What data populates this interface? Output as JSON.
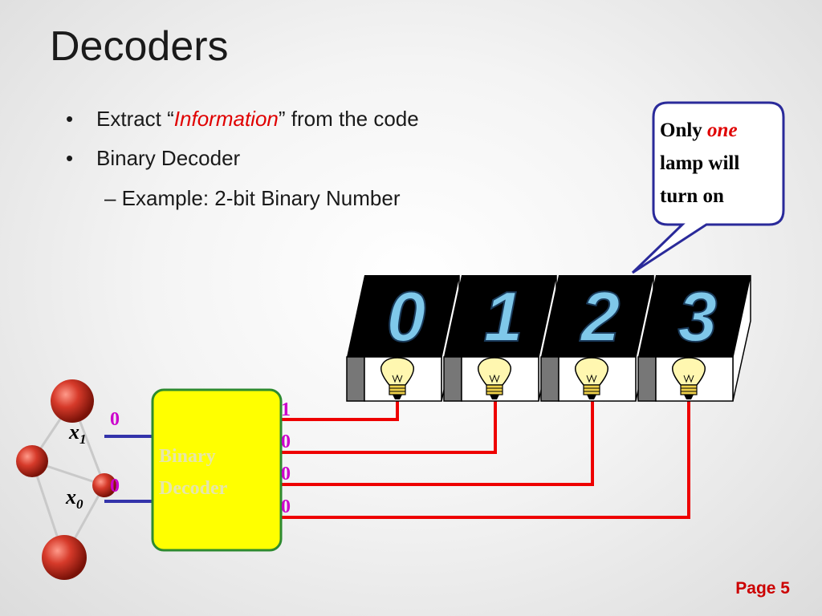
{
  "title": "Decoders",
  "bullets": {
    "b1_pre": "Extract “",
    "b1_em": "Information",
    "b1_post": "” from the code",
    "b2": "Binary Decoder",
    "sub": "– Example: 2-bit Binary Number"
  },
  "callout": {
    "line1_pre": "Only ",
    "line1_em": "one",
    "line2": "lamp will",
    "line3": "turn on"
  },
  "digits": [
    "0",
    "1",
    "2",
    "3"
  ],
  "decoder": {
    "line1": "Binary",
    "line2": "Decoder"
  },
  "inputs": {
    "x1_label": "x",
    "x1_sub": "1",
    "x1_value": "0",
    "x0_label": "x",
    "x0_sub": "0",
    "x0_value": "0"
  },
  "outputs": [
    "1",
    "0",
    "0",
    "0"
  ],
  "footer": {
    "page": "Page 5"
  },
  "colors": {
    "accent": "#e00000",
    "decoder_fill": "#ffff00",
    "decoder_border": "#2e8b2e",
    "input_value": "#cc00cc",
    "digit_fill": "#7fc8ea",
    "input_wire": "#3333aa",
    "callout_border": "#2a2a9a"
  }
}
